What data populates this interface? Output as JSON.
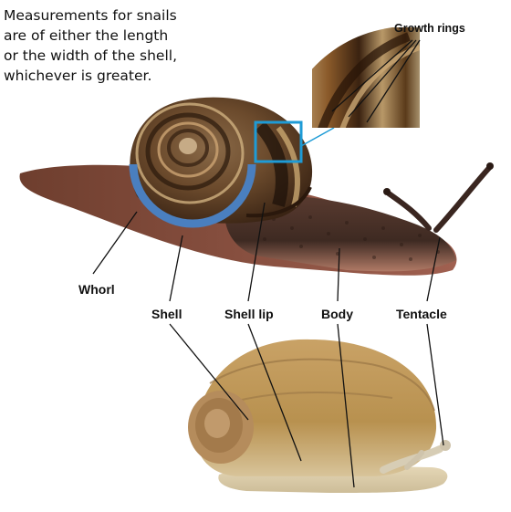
{
  "intro": {
    "lines": [
      "Measurements for snails",
      "are of either the length",
      "or the width of the shell,",
      "whichever is greater."
    ]
  },
  "labels": {
    "growth_rings": "Growth rings",
    "whorl": "Whorl",
    "shell": "Shell",
    "shell_lip": "Shell lip",
    "body": "Body",
    "tentacle": "Tentacle"
  },
  "colors": {
    "measure_arc": "#4a7fbf",
    "zoom_box": "#1e9bd6",
    "leader_line": "#111111"
  }
}
